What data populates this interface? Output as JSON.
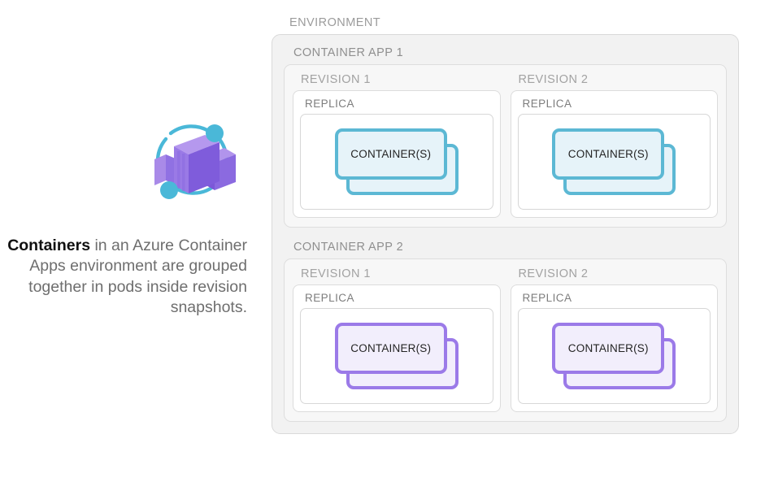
{
  "caption": {
    "lead": "Containers",
    "rest": " in an Azure Container Apps environment are grouped together in pods inside revision snapshots."
  },
  "logo": {
    "name": "azure-container-apps-logo",
    "box_colors": {
      "top": "#a98ae8",
      "left": "#9b7ae8",
      "front": "#8a63de",
      "right": "#8b6ae0"
    },
    "orbit_color": "#4ab8d8",
    "dot_color": "#4ab8d8"
  },
  "diagram": {
    "environment_label": "ENVIRONMENT",
    "apps": [
      {
        "label": "CONTAINER APP 1",
        "theme": "teal",
        "accent": "#5cb8d4",
        "fill": "#e6f3f9",
        "revisions": [
          {
            "label": "REVISION 1",
            "replica_label": "REPLICA",
            "container_label": "CONTAINER(S)"
          },
          {
            "label": "REVISION 2",
            "replica_label": "REPLICA",
            "container_label": "CONTAINER(S)"
          }
        ]
      },
      {
        "label": "CONTAINER APP 2",
        "theme": "purple",
        "accent": "#9b7ae8",
        "fill": "#f2eefc",
        "revisions": [
          {
            "label": "REVISION 1",
            "replica_label": "REPLICA",
            "container_label": "CONTAINER(S)"
          },
          {
            "label": "REVISION 2",
            "replica_label": "REPLICA",
            "container_label": "CONTAINER(S)"
          }
        ]
      }
    ]
  }
}
